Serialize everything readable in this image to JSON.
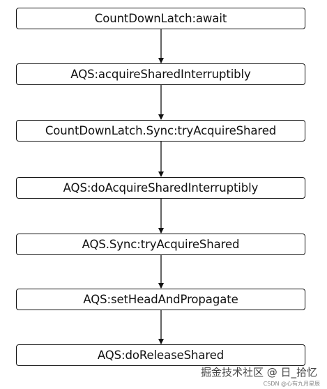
{
  "diagram": {
    "steps": [
      "CountDownLatch:await",
      "AQS:acquireSharedInterruptibly",
      "CountDownLatch.Sync:tryAcquireShared",
      "AQS:doAcquireSharedInterruptibly",
      "AQS.Sync:tryAcquireShared",
      "AQS:setHeadAndPropagate",
      "AQS:doReleaseShared"
    ]
  },
  "watermark": {
    "main": "掘金技术社区 @ 日_拾忆",
    "sub": "CSDN @心有九月星辰"
  },
  "colors": {
    "stroke": "#111111",
    "background": "#ffffff"
  }
}
